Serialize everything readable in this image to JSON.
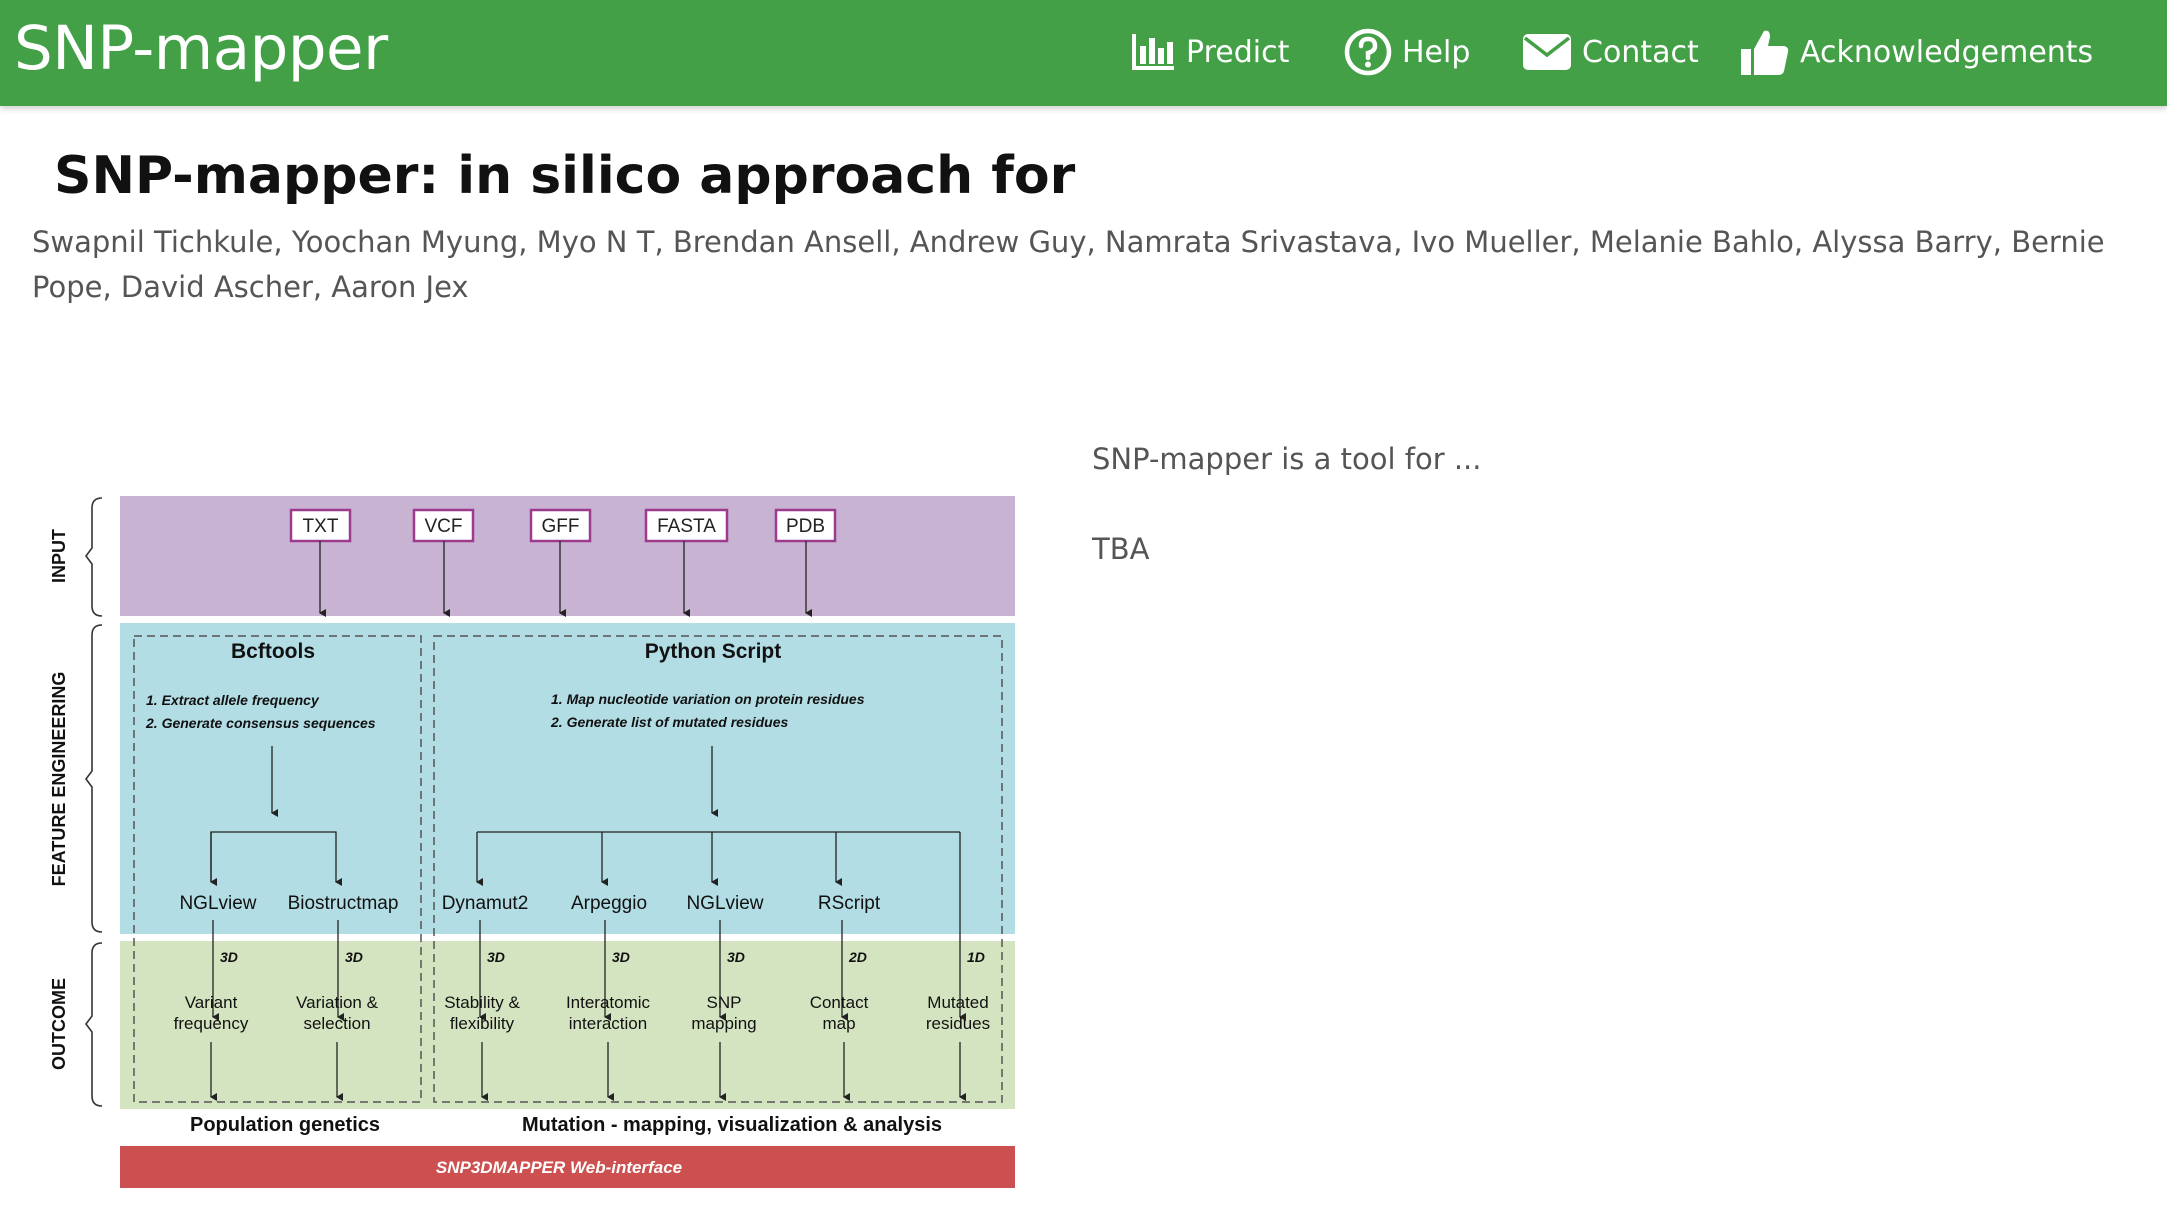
{
  "navbar": {
    "brand": "SNP-mapper",
    "items": [
      {
        "label": "Predict",
        "icon": "bar-chart-icon"
      },
      {
        "label": "Help",
        "icon": "question-circle-icon"
      },
      {
        "label": "Contact",
        "icon": "envelope-icon"
      },
      {
        "label": "Acknowledgements",
        "icon": "thumbs-up-icon"
      }
    ]
  },
  "main": {
    "title": "SNP-mapper: in silico approach for",
    "authors": "Swapnil Tichkule, Yoochan Myung, Myo N T, Brendan Ansell, Andrew Guy, Namrata Srivastava, Ivo Mueller, Melanie Bahlo, Alyssa Barry, Bernie Pope, David Ascher, Aaron Jex",
    "description": [
      "SNP-mapper is a tool for ...",
      "TBA"
    ]
  },
  "figure": {
    "bands": {
      "input": "INPUT",
      "feature": "FEATURE ENGINEERING",
      "outcome": "OUTCOME"
    },
    "inputs": [
      "TXT",
      "VCF",
      "GFF",
      "FASTA",
      "PDB"
    ],
    "bcftools": {
      "title": "Bcftools",
      "steps": [
        "1. Extract allele frequency",
        "2. Generate consensus sequences"
      ]
    },
    "python": {
      "title": "Python Script",
      "steps": [
        "1. Map nucleotide variation on protein residues",
        "2. Generate list of mutated residues"
      ]
    },
    "tools": [
      "NGLview",
      "Biostructmap",
      "Dynamut2",
      "Arpeggio",
      "NGLview",
      "RScript"
    ],
    "dims": [
      "3D",
      "3D",
      "3D",
      "3D",
      "3D",
      "2D",
      "1D"
    ],
    "outcomes": [
      [
        "Variant",
        "frequency"
      ],
      [
        "Variation &",
        "selection"
      ],
      [
        "Stability &",
        "flexibility"
      ],
      [
        "Interatomic",
        "interaction"
      ],
      [
        "SNP",
        "mapping"
      ],
      [
        "Contact",
        "map"
      ],
      [
        "Mutated",
        "residues"
      ]
    ],
    "footer_left": "Population genetics",
    "footer_right": "Mutation - mapping, visualization & analysis",
    "web_interface": "SNP3DMAPPER Web-interface",
    "colors": {
      "input_band": "#c9b3d3",
      "feature_band": "#b3dde4",
      "outcome_band": "#d5e4c0",
      "web_bar": "#cd5050",
      "input_box": "#9c3a8e",
      "navbar": "#43a047"
    }
  }
}
